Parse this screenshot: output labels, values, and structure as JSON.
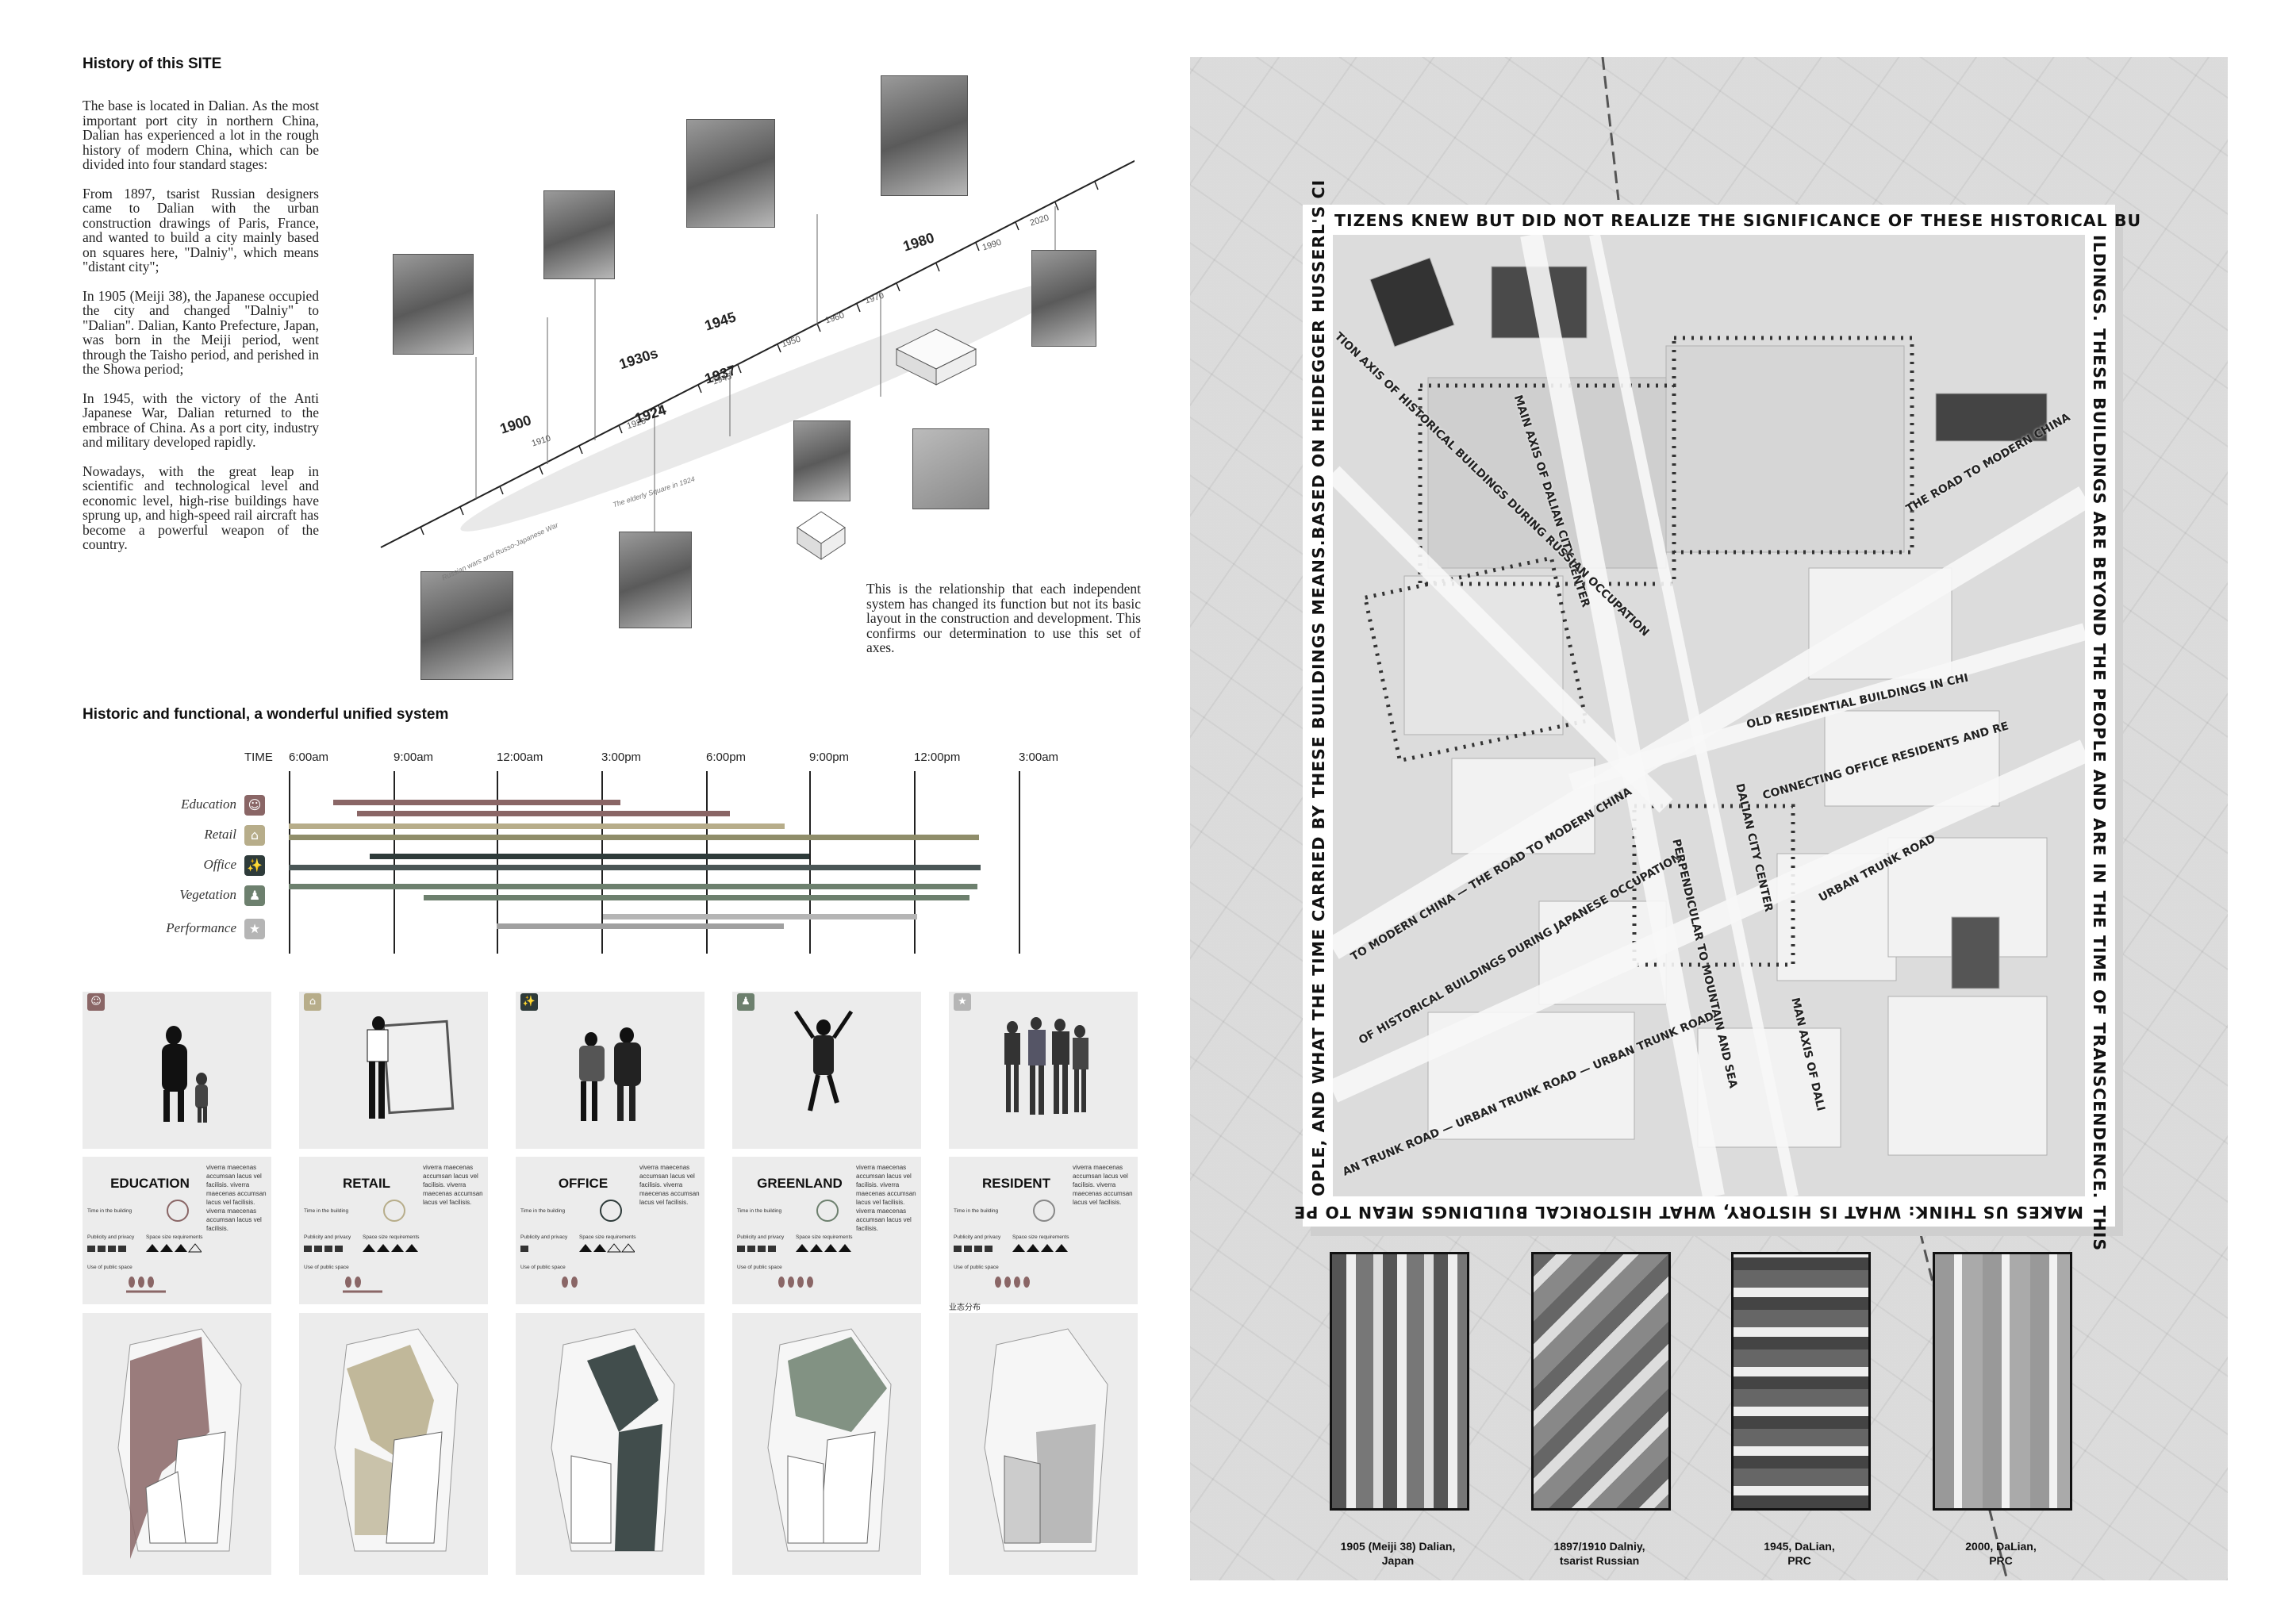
{
  "history": {
    "title": "History of this SITE",
    "p1": "The base is located in Dalian. As the most important port city in northern China, Dalian has experienced a lot in the rough history of modern China, which can be divided into four standard stages:",
    "p2": "From 1897, tsarist Russian designers came to Dalian with the urban construction drawings of Paris, France, and wanted to build a city mainly based on squares here, \"Dalniy\", which means \"distant city\";",
    "p3": "In 1905 (Meiji 38), the Japanese occupied the city and changed \"Dalniy\" to \"Dalian\". Dalian, Kanto Prefecture, Japan, was born in the Meiji period, went through the Taisho period, and perished in the Showa period;",
    "p4": "In 1945, with the victory of the Anti Japanese War, Dalian returned to the embrace of China. As a port city, industry and military developed rapidly.",
    "p5": "Nowadays, with the great leap in scientific and technological level and economic level, high-rise buildings have sprung up, and high-speed rail aircraft has become a powerful weapon of the country."
  },
  "timeline": {
    "years_major": [
      "1900",
      "1930s",
      "1924",
      "1945",
      "1937",
      "1980"
    ],
    "years_minor": [
      "1910",
      "1920",
      "1945",
      "1950",
      "1960",
      "1970",
      "1990",
      "2020"
    ],
    "caption_square": "The elderly Square in 1924",
    "caption_war": "Russian wars and Russo-Japanese War"
  },
  "relationship_text": "This is the relationship that each independent system has changed its function but not its basic layout in the construction and development. This confirms our determination to use this set of axes.",
  "schedule": {
    "title": "Historic and functional, a wonderful unified system",
    "time_header": "TIME",
    "times": [
      "6:00am",
      "9:00am",
      "12:00am",
      "3:00pm",
      "6:00pm",
      "9:00pm",
      "12:00pm",
      "3:00am"
    ],
    "categories": [
      {
        "name": "Education",
        "color": "#8a6666",
        "icon": "reader-icon"
      },
      {
        "name": "Retail",
        "color": "#b7ad8a",
        "icon": "shop-icon"
      },
      {
        "name": "Office",
        "color": "#2e3b3a",
        "icon": "runner-icon"
      },
      {
        "name": "Vegetation",
        "color": "#6d806e",
        "icon": "people-icon"
      },
      {
        "name": "Performance",
        "color": "#b5b5b5",
        "icon": "dancer-icon"
      }
    ]
  },
  "cards": [
    {
      "title": "EDUCATION",
      "color": "#8a6666",
      "icon": "reader-icon",
      "body": "viverra maecenas accumsan lacus vel facilisis. viverra maecenas accumsan lacus vel facilisis. viverra maecenas accumsan lacus vel facilisis.",
      "extra": ""
    },
    {
      "title": "RETAIL",
      "color": "#b7ad8a",
      "icon": "shop-icon",
      "body": "viverra maecenas accumsan lacus vel facilisis. viverra maecenas accumsan lacus vel facilisis.",
      "extra": ""
    },
    {
      "title": "OFFICE",
      "color": "#2e3b3a",
      "icon": "runner-icon",
      "body": "viverra maecenas accumsan lacus vel facilisis. viverra maecenas accumsan lacus vel facilisis.",
      "extra": ""
    },
    {
      "title": "GREENLAND",
      "color": "#6d806e",
      "icon": "people-icon",
      "body": "viverra maecenas accumsan lacus vel facilisis. viverra maecenas accumsan lacus vel facilisis. viverra maecenas accumsan lacus vel facilisis.",
      "extra": ""
    },
    {
      "title": "RESIDENT",
      "color": "#b5b5b5",
      "icon": "dancer-icon",
      "body": "viverra maecenas accumsan lacus vel facilisis. viverra maecenas accumsan lacus vel facilisis.",
      "extra": "业态分布"
    }
  ],
  "card_labels": {
    "time": "Time in the building",
    "publicity": "Publicity and privacy",
    "space": "Space size requirements",
    "use": "Use of public space"
  },
  "map": {
    "border_top": "TIZENS KNEW BUT DID NOT REALIZE THE SIGNIFICANCE OF THESE HISTORICAL BU",
    "border_right": "ILDINGS. THESE BUILDINGS ARE BEYOND THE PEOPLE AND ARE IN THE TIME OF TRANSCENDENCE. THIS",
    "border_bottom": "MAKES US THINK: WHAT IS HISTORY, WHAT HISTORICAL BUILDINGS MEAN TO PE",
    "border_left": "OPLE, AND WHAT THE TIME CARRIED BY THESE BUILDINGS MEANS.BASED ON HEIDEGGER HUSSERL'S CI",
    "labels": [
      "MAIN AXIS OF DALIAN CITY CENTER",
      "TION AXIS OF HISTORICAL BUILDINGS DURING RUSSIAN OCCUPATION",
      "THE ROAD TO MODERN CHINA",
      "TO MODERN CHINA — THE ROAD TO MODERN CHINA",
      "OF HISTORICAL BUILDINGS DURING JAPANESE OCCUPATION",
      "OLD RESIDENTIAL BUILDINGS IN CHI",
      "CONNECTING OFFICE RESIDENTS AND RE",
      "URBAN TRUNK ROAD",
      "AN TRUNK ROAD — URBAN TRUNK ROAD — URBAN TRUNK ROAD",
      "PERPENDICULAR TO MOUNTAIN AND SEA",
      "MAN AXIS OF DALI",
      "DALIAN CITY CENTER"
    ]
  },
  "historic_maps": [
    {
      "caption1": "1905 (Meiji 38)  Dalian,",
      "caption2": "Japan"
    },
    {
      "caption1": "1897/1910 Dalniy,",
      "caption2": "tsarist Russian"
    },
    {
      "caption1": "1945, DaLian,",
      "caption2": "PRC"
    },
    {
      "caption1": "2000, DaLian,",
      "caption2": "PRC"
    }
  ]
}
